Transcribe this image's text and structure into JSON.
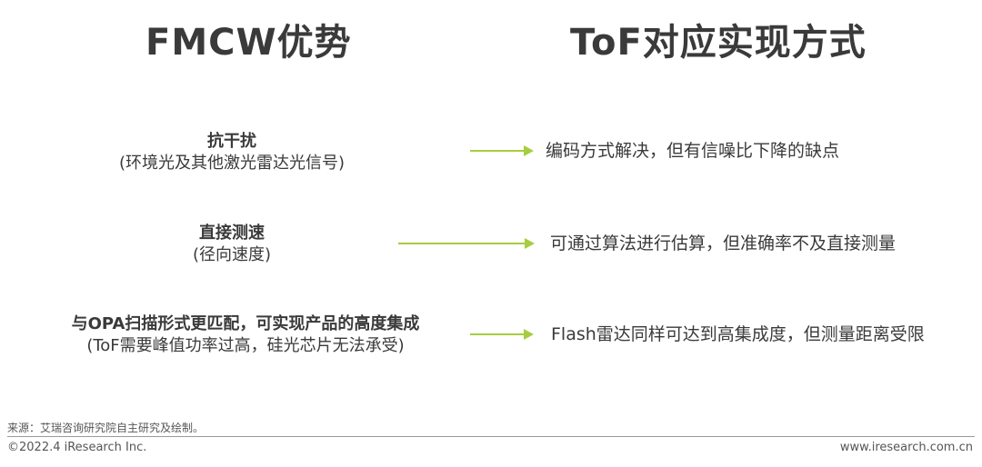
{
  "header": {
    "left_title": "FMCW优势",
    "right_title": "ToF对应实现方式"
  },
  "rows": [
    {
      "title": "抗干扰",
      "subtitle": "(环境光及其他激光雷达光信号)",
      "result": "编码方式解决，但有信噪比下降的缺点"
    },
    {
      "title": "直接测速",
      "subtitle": "(径向速度)",
      "result": "可通过算法进行估算，但准确率不及直接测量"
    },
    {
      "title": "与OPA扫描形式更匹配，可实现产品的高度集成",
      "subtitle": "(ToF需要峰值功率过高，硅光芯片无法承受)",
      "result": "Flash雷达同样可达到高集成度，但测量距离受限"
    }
  ],
  "footer": {
    "source": "来源：艾瑞咨询研究院自主研究及绘制。",
    "copyright": "©2022.4 iResearch Inc.",
    "website": "www.iresearch.com.cn"
  },
  "colors": {
    "arrow": "#a6cd3f",
    "text": "#3a3a3a"
  }
}
